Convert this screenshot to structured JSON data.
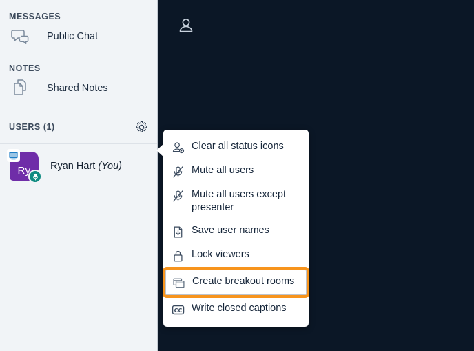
{
  "colors": {
    "sidebar_bg": "#f1f4f7",
    "stage_bg": "#0b1726",
    "text": "#16263a",
    "accent_focus": "#f7941d",
    "avatar_purple": "#6f2da8",
    "mic_badge_teal": "#0f8b81",
    "screenshare_blue": "#1f7ec6"
  },
  "sidebar": {
    "sections": [
      {
        "title": "MESSAGES",
        "items": [
          {
            "label": "Public Chat",
            "icon": "chat-bubbles-icon"
          }
        ]
      },
      {
        "title": "NOTES",
        "items": [
          {
            "label": "Shared Notes",
            "icon": "documents-icon"
          }
        ]
      }
    ],
    "users": {
      "title": "USERS (1)",
      "count": 1,
      "settings_icon": "gear-icon",
      "list": [
        {
          "name": "Ryan Hart",
          "suffix": "(You)",
          "initials": "Ry",
          "avatar_color": "#6f2da8",
          "badges": [
            "screenshare-icon",
            "mic-icon"
          ]
        }
      ]
    }
  },
  "stage": {
    "user_icon": "user-icon"
  },
  "menu": {
    "items": [
      {
        "label": "Clear all status icons",
        "icon": "clear-status-icon",
        "focused": false
      },
      {
        "label": "Mute all users",
        "icon": "mic-off-icon",
        "focused": false
      },
      {
        "label": "Mute all users except presenter",
        "icon": "mic-off-icon",
        "focused": false
      },
      {
        "label": "Save user names",
        "icon": "download-document-icon",
        "focused": false
      },
      {
        "label": "Lock viewers",
        "icon": "lock-icon",
        "focused": false
      },
      {
        "label": "Create breakout rooms",
        "icon": "windows-stack-icon",
        "focused": true
      },
      {
        "label": "Write closed captions",
        "icon": "closed-captions-icon",
        "focused": false
      }
    ]
  }
}
